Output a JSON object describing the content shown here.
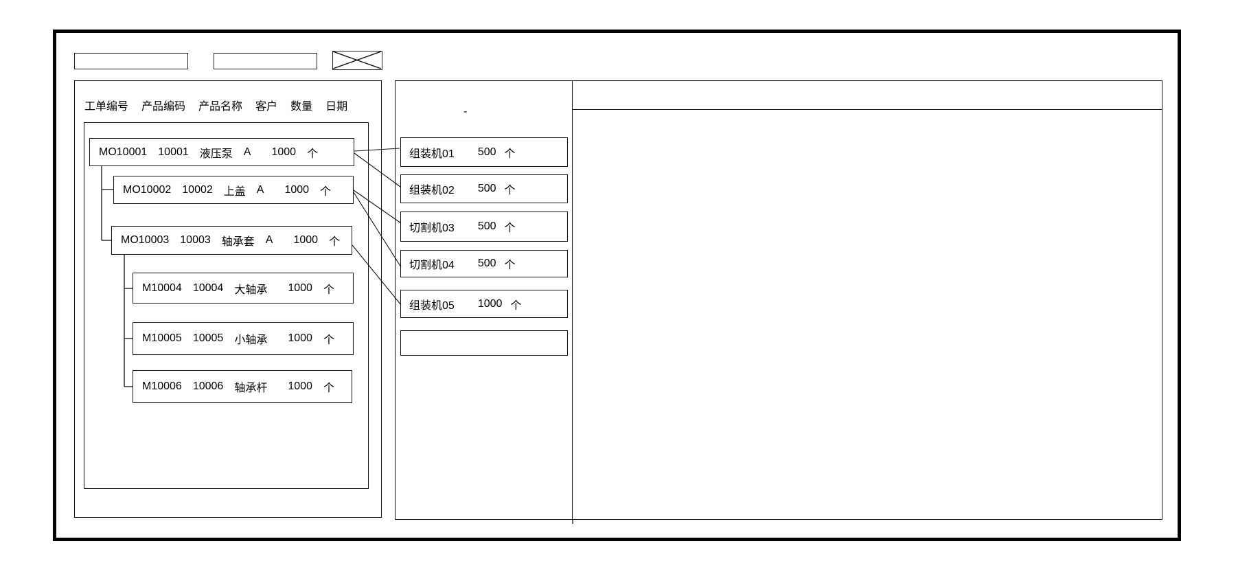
{
  "toolbar": {
    "field_1_value": "",
    "field_2_value": "",
    "placeholder_icon": "crossed-box"
  },
  "orders_panel": {
    "columns": [
      "工单编号",
      "产品编码",
      "产品名称",
      "客户",
      "数量",
      "日期"
    ],
    "orders": [
      {
        "order_no": "MO10001",
        "product_code": "10001",
        "product_name": "液压泵",
        "customer": "A",
        "qty": "1000",
        "unit": "个",
        "level": 1
      },
      {
        "order_no": "MO10002",
        "product_code": "10002",
        "product_name": "上盖",
        "customer": "A",
        "qty": "1000",
        "unit": "个",
        "level": 2
      },
      {
        "order_no": "MO10003",
        "product_code": "10003",
        "product_name": "轴承套",
        "customer": "A",
        "qty": "1000",
        "unit": "个",
        "level": 2
      },
      {
        "order_no": "M10004",
        "product_code": "10004",
        "product_name": "大轴承",
        "customer": "",
        "qty": "1000",
        "unit": "个",
        "level": 3
      },
      {
        "order_no": "M10005",
        "product_code": "10005",
        "product_name": "小轴承",
        "customer": "",
        "qty": "1000",
        "unit": "个",
        "level": 3
      },
      {
        "order_no": "M10006",
        "product_code": "10006",
        "product_name": "轴承杆",
        "customer": "",
        "qty": "1000",
        "unit": "个",
        "level": 3
      }
    ]
  },
  "machines_panel": {
    "note_mark": "-",
    "machines": [
      {
        "name": "组装机01",
        "qty": "500",
        "unit": "个"
      },
      {
        "name": "组装机02",
        "qty": "500",
        "unit": "个"
      },
      {
        "name": "切割机03",
        "qty": "500",
        "unit": "个"
      },
      {
        "name": "切割机04",
        "qty": "500",
        "unit": "个"
      },
      {
        "name": "组装机05",
        "qty": "1000",
        "unit": "个"
      },
      {
        "name": "",
        "qty": "",
        "unit": ""
      }
    ]
  },
  "detail_panel": {
    "header_value": "",
    "body_value": ""
  },
  "connections": [
    {
      "from": "MO10001",
      "to": "组装机01"
    },
    {
      "from": "MO10001",
      "to": "组装机02"
    },
    {
      "from": "MO10002",
      "to": "切割机03"
    },
    {
      "from": "MO10002",
      "to": "切割机04"
    },
    {
      "from": "MO10003",
      "to": "组装机05"
    }
  ],
  "colors": {
    "stroke": "#000000",
    "background": "#ffffff"
  }
}
